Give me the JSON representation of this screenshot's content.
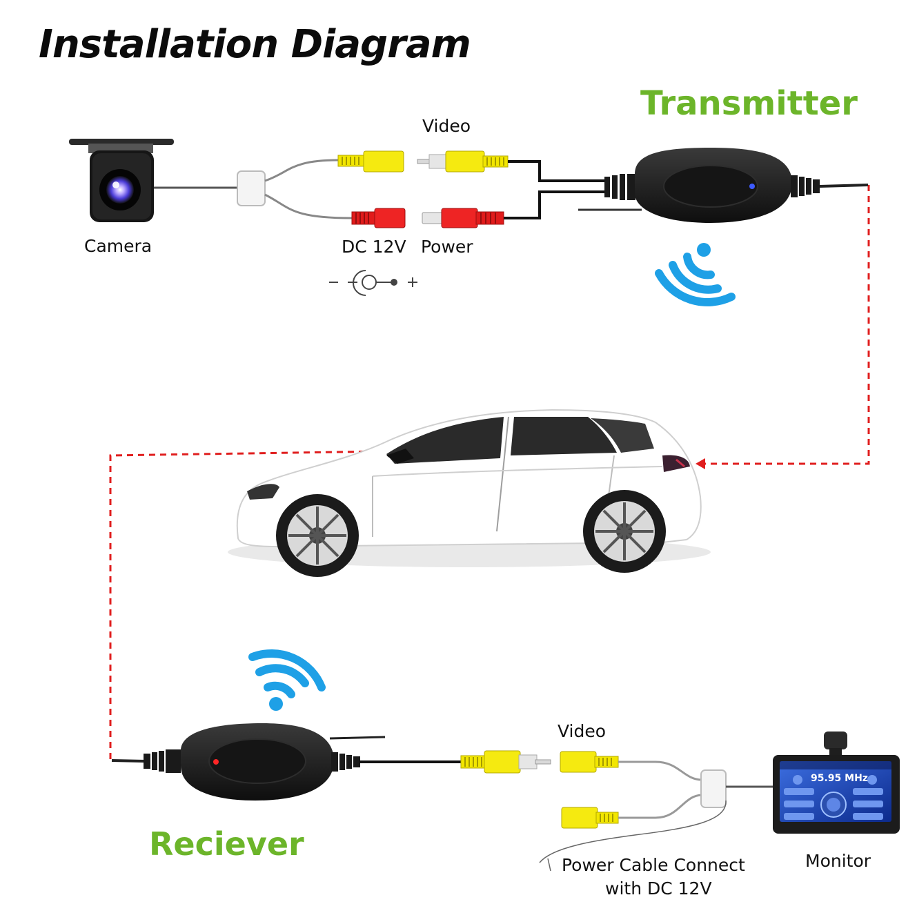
{
  "title": "Installation Diagram",
  "transmitter": {
    "label": "Transmitter"
  },
  "receiver": {
    "label": "Reciever"
  },
  "camera": {
    "label": "Camera"
  },
  "top_connectors": {
    "video_label": "Video",
    "dc_label": "DC 12V",
    "power_label": "Power"
  },
  "bottom_connectors": {
    "video_label": "Video"
  },
  "monitor": {
    "label": "Monitor",
    "screen_frequency": "95.95  MHz"
  },
  "power_cable_note": {
    "line1": "Power Cable Connect",
    "line2": "with DC 12V"
  },
  "colors": {
    "brand_green": "#6cb52a",
    "rca_yellow": "#f2e600",
    "dc_red": "#e11b1b",
    "wifi_blue": "#1ea0e6",
    "dash_red": "#e01e1e",
    "device_black": "#141414"
  },
  "icons": [
    "camera-icon",
    "wifi-signal-icon",
    "car-icon",
    "monitor-icon",
    "polarity-icon"
  ]
}
